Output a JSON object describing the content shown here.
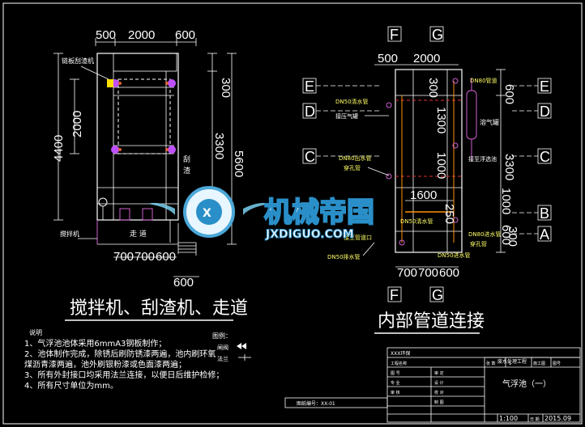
{
  "left_view": {
    "title": "搅拌机、刮渣机、走道",
    "labels": {
      "scraper": "链板刮渣机",
      "mixer": "搅拌机",
      "walkway": "走 道",
      "side_a": "刮",
      "side_b": "渣"
    },
    "dims_top": [
      "500",
      "2000",
      "600"
    ],
    "dims_left": [
      "2000",
      "4400"
    ],
    "dims_right": [
      "300",
      "3300",
      "5600"
    ],
    "dims_bottom": [
      "700",
      "700",
      "600"
    ],
    "dim_bottom_extra": "600"
  },
  "right_view": {
    "title": "内部管道连接",
    "grid_top": [
      "F",
      "G"
    ],
    "grid_bottom": [
      "F",
      "G"
    ],
    "grid_left": [
      "E",
      "D",
      "C"
    ],
    "grid_right": [
      "E",
      "D",
      "C",
      "B",
      "A"
    ],
    "dims_top": [
      "500",
      "2000"
    ],
    "dims_right": [
      "600",
      "3300"
    ],
    "dims_inner": [
      "300",
      "1300",
      "1000",
      "1600",
      "250",
      "1000",
      "600",
      "300"
    ],
    "dims_bottom": [
      "700",
      "700",
      "600"
    ],
    "labels": {
      "pipe1": "DN50清水管",
      "gas": "接压气罐",
      "pipe2": "DN80出水管",
      "sleeve1": "穿孔管",
      "pipe3": "DN50清水管",
      "pipe4": "DN80管道",
      "tank": "溶气罐",
      "gas2": "接至浮选池",
      "drain": "DN50排水管",
      "sleeve2": "穿孔管",
      "inlet": "DN80进水管",
      "mid": "接至管道口",
      "inlet2": "DN50进水管"
    }
  },
  "notes": {
    "heading": "说明",
    "lines": [
      "1、气浮池池体采用6mmA3钢板制作；",
      "2、池体制作完成，除锈后刷防锈漆两遍，池内刷环氧",
      "   煤沥青漆两遍，池外刷银粉漆或色面漆两遍；",
      "3、所有外封接口均采用法兰连接，以便日后维护检修；",
      "4、所有尺寸单位为mm。"
    ]
  },
  "legend": {
    "heading": "图例：",
    "items": [
      "闸阀",
      "法兰"
    ]
  },
  "title_block": {
    "company": "XXX环保",
    "project": "废水处理工程",
    "drawing": "气浮池（一）",
    "scale": "1:100",
    "date_label": "日 期",
    "date": "2015.09",
    "row_labels": [
      "工程名称",
      "图 号",
      "专 业",
      "审 核",
      "审 定",
      "设 计",
      "校 对",
      "制 图"
    ],
    "small_cells": [
      "1",
      "施工图",
      "图号",
      "张 数"
    ]
  },
  "footer_note": "图纸编号：XX-01",
  "watermark": {
    "brand": "机械帝国",
    "url": "JXDIGUO.COM"
  }
}
